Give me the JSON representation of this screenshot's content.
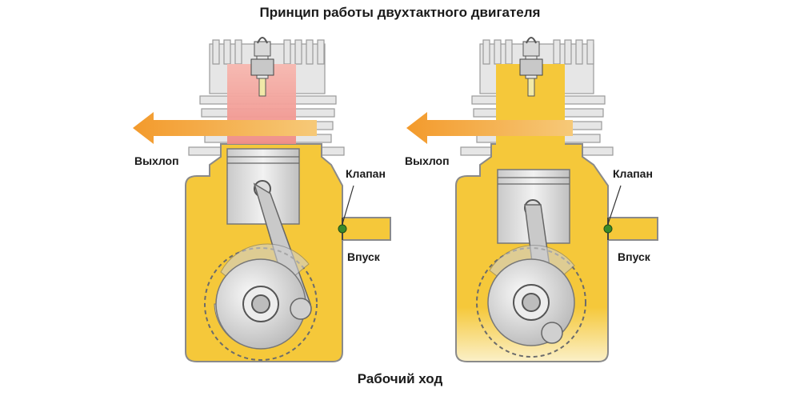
{
  "title": "Принцип работы двухтактного двигателя",
  "subtitle": "Рабочий ход",
  "engines": [
    {
      "exhaust_label": "Выхлоп",
      "valve_label": "Клапан",
      "intake_label": "Впуск"
    },
    {
      "exhaust_label": "Выхлоп",
      "valve_label": "Клапан",
      "intake_label": "Впуск"
    }
  ],
  "colors": {
    "fuel_mixture": "#f5c83a",
    "exhaust_arrow": "#f5a63c",
    "combustion": "#f4a6a0",
    "cylinder_metal": "#e3e3e3",
    "valve": "#3a8a2a"
  }
}
